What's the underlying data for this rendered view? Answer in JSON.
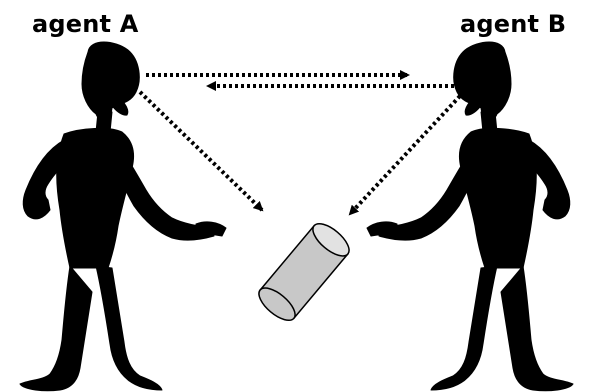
{
  "agents": {
    "a": {
      "label": "agent A"
    },
    "b": {
      "label": "agent B"
    }
  },
  "object": {
    "shape": "cylinder",
    "color": "#c8c8c8"
  },
  "arrows": {
    "style": "dotted",
    "color": "#000000"
  }
}
